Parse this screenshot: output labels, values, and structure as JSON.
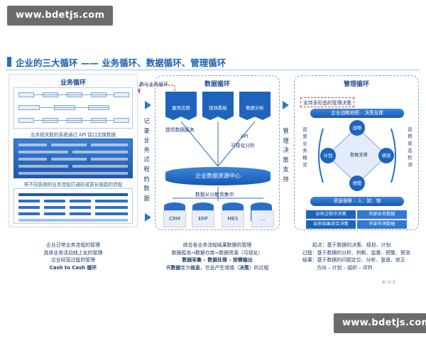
{
  "watermark": "www.bdetjs.com",
  "title": "企业的三大循环 —— 业务循环、数据循环、管理循环",
  "business_loop": {
    "title": "业务循环",
    "caption_1": "业务相关联的系统通过 API 接口交换数据",
    "caption_2": "将不同系统的业务流程打通形成更长链路的流程",
    "bottom": [
      "企业日常业务流程的管理",
      "具体业务活动线上化的管理",
      "企业经营过程的管理",
      "Cash to Cash 循环"
    ]
  },
  "flow_labels": {
    "multi_loop": "参与业务循环",
    "record": "记录业务过程的数据",
    "decision": "管理决策支持"
  },
  "data_loop": {
    "title": "数据循环",
    "apps": [
      "服务应用",
      "现场看板",
      "数据分析"
    ],
    "provide_service": "提供数据服务",
    "api": "API",
    "visual": "可视化分析",
    "center": "企业数据资源中心",
    "collect": "数据从分散到集中",
    "dbs": [
      "数据库",
      "数据库",
      "数据库",
      "数据库"
    ],
    "systems": [
      "CRM",
      "ERP",
      "MES",
      "..."
    ],
    "bottom": [
      "综合各业务流程结果数据的管理",
      "数据孤岛→数据仓库→数据资源（可视化）",
      "数据采集 – 数据处理 – 按需输出"
    ],
    "bottom_last": {
      "p1": "将",
      "w1": "数据",
      "p2": "变为",
      "w2": "信息",
      "p3": "，信息产生增值（",
      "w3": "决策",
      "p4": "）的过程"
    }
  },
  "mgmt_loop": {
    "title": "管理循环",
    "support": "支持多形态的管理决策",
    "strategy": "企业战略地图 – 决策支撑",
    "nodes": [
      "战略",
      "计划",
      "绩效",
      "预警"
    ],
    "hub": "数据支撑",
    "left_side": "运营业务格式",
    "right_side": "运转状态检测",
    "resource": "资源保障 – 人、财、物",
    "table": [
      [
        "业务过程中决策",
        "内部业务数据"
      ],
      [
        "业务结果综合决策",
        "外部市场数据"
      ]
    ],
    "bottom": [
      "起点：基于数据的决策、规划、计划",
      "过程：基于数据的分析、判断、监督、预警、预测",
      "结果：基于数据的问题定位、分析、复盘、修正",
      "方向 – 计划 – 组织 – 评判"
    ]
  },
  "footer": "第 19 页",
  "colors": {
    "accent": "#1e64bd",
    "watermark_bg": "#6b6b6b"
  }
}
